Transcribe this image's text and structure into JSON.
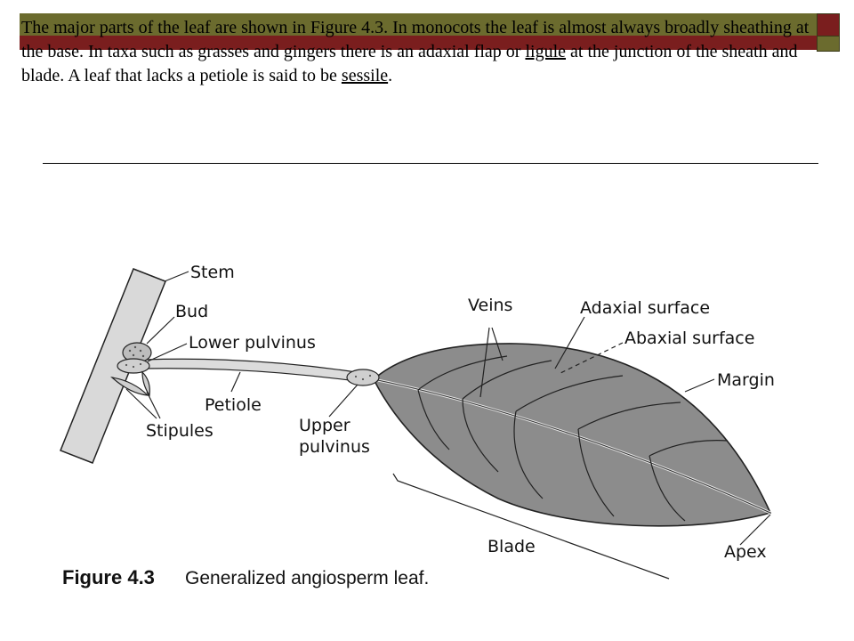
{
  "intro": {
    "s1": "The major parts of the leaf are shown in Figure 4.3.  In monocots the leaf is almost always broadly sheathing at the base.  In taxa such as grasses and gingers there is an adaxial flap or ",
    "term_ligule": "ligule",
    "s2": " at the junction of the sheath and blade.  A leaf that lacks a petiole is said to be ",
    "term_sessile": "sessile",
    "s3": "."
  },
  "labels": {
    "stem": "Stem",
    "bud": "Bud",
    "lower_pulvinus": "Lower pulvinus",
    "petiole": "Petiole",
    "stipules": "Stipules",
    "upper_pulvinus_1": "Upper",
    "upper_pulvinus_2": "pulvinus",
    "veins": "Veins",
    "adaxial_surface": "Adaxial surface",
    "abaxial_surface": "Abaxial surface",
    "margin": "Margin",
    "blade": "Blade",
    "apex": "Apex"
  },
  "caption": {
    "number": "Figure 4.3",
    "title": "Generalized angiosperm leaf."
  },
  "colors": {
    "banner_olive": "#6b6b2e",
    "banner_red": "#7a1e1e",
    "leaf_fill": "#8c8c8c",
    "stem_fill": "#d9d9d9"
  }
}
